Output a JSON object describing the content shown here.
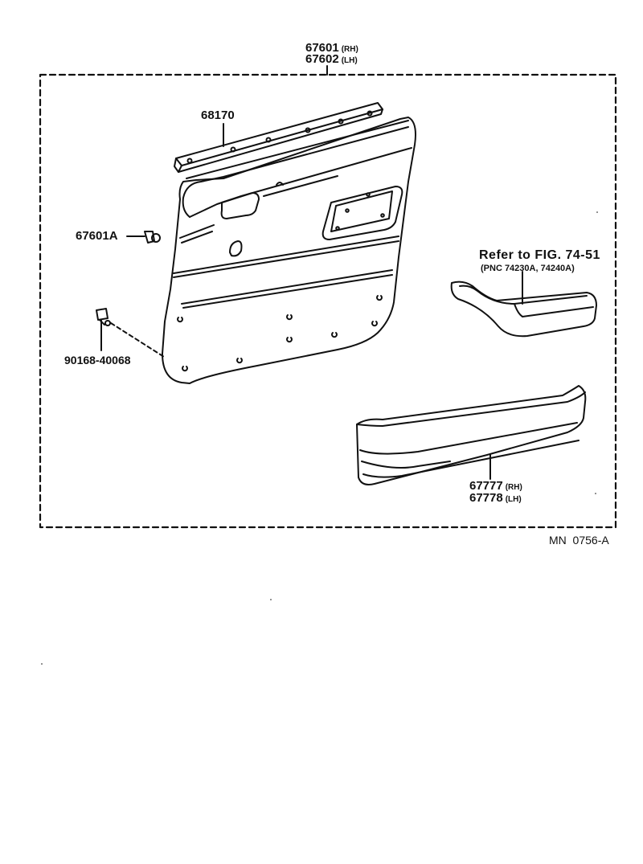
{
  "diagram": {
    "callouts": {
      "door_trim_panel": {
        "part": "67601",
        "side": "(RH)",
        "part2": "67602",
        "side2": "(LH)"
      },
      "weatherstrip": {
        "part": "68170"
      },
      "clip": {
        "part": "67601A"
      },
      "screw": {
        "part": "90168-40068"
      },
      "armrest_ref": {
        "text": "Refer to FIG. 74-51",
        "pnc": "(PNC 74230A, 74240A)"
      },
      "pocket": {
        "part": "67777",
        "side": "(RH)",
        "part2": "67778",
        "side2": "(LH)"
      }
    },
    "figure_code": "MN  0756-A"
  }
}
